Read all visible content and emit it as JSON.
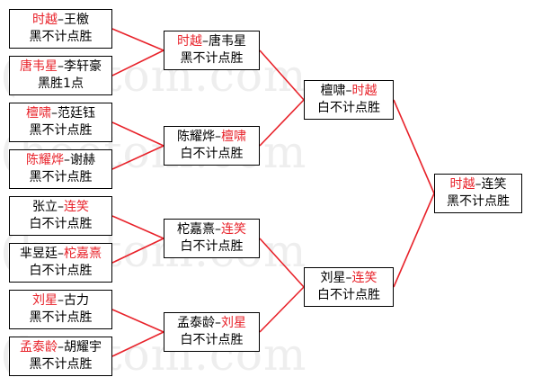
{
  "watermark": "(hoetom.com",
  "colors": {
    "highlight": "#e8222a",
    "line": "#e8222a",
    "border": "#000000"
  },
  "round1": [
    {
      "p1": "时越",
      "sep": "–",
      "p2": "王檄",
      "winner": 1,
      "result": "黑不计点胜"
    },
    {
      "p1": "唐韦星",
      "sep": "–",
      "p2": "李轩豪",
      "winner": 1,
      "result": "黑胜1点"
    },
    {
      "p1": "檀啸",
      "sep": "–",
      "p2": "范廷钰",
      "winner": 1,
      "result": "黑不计点胜"
    },
    {
      "p1": "陈耀烨",
      "sep": "–",
      "p2": "谢赫",
      "winner": 1,
      "result": "黑不计点胜"
    },
    {
      "p1": "张立",
      "sep": "–",
      "p2": "连笑",
      "winner": 2,
      "result": "白不计点胜"
    },
    {
      "p1": "芈昱廷",
      "sep": "–",
      "p2": "柁嘉熹",
      "winner": 2,
      "result": "白不计点胜"
    },
    {
      "p1": "刘星",
      "sep": "–",
      "p2": "古力",
      "winner": 1,
      "result": "黑不计点胜"
    },
    {
      "p1": "孟泰龄",
      "sep": "–",
      "p2": "胡耀宇",
      "winner": 1,
      "result": "黑不计点胜"
    }
  ],
  "round2": [
    {
      "p1": "时越",
      "sep": "–",
      "p2": "唐韦星",
      "winner": 1,
      "result": "黑不计点胜"
    },
    {
      "p1": "陈耀烨",
      "sep": "–",
      "p2": "檀啸",
      "winner": 2,
      "result": "白不计点胜"
    },
    {
      "p1": "柁嘉熹",
      "sep": "–",
      "p2": "连笑",
      "winner": 2,
      "result": "白不计点胜"
    },
    {
      "p1": "孟泰龄",
      "sep": "–",
      "p2": "刘星",
      "winner": 2,
      "result": "白不计点胜"
    }
  ],
  "round3": [
    {
      "p1": "檀啸",
      "sep": "–",
      "p2": "时越",
      "winner": 2,
      "result": "白不计点胜"
    },
    {
      "p1": "刘星",
      "sep": "–",
      "p2": "连笑",
      "winner": 2,
      "result": "白不计点胜"
    }
  ],
  "final": [
    {
      "p1": "时越",
      "sep": "–",
      "p2": "连笑",
      "winner": 1,
      "result": "黑不计点胜"
    }
  ]
}
